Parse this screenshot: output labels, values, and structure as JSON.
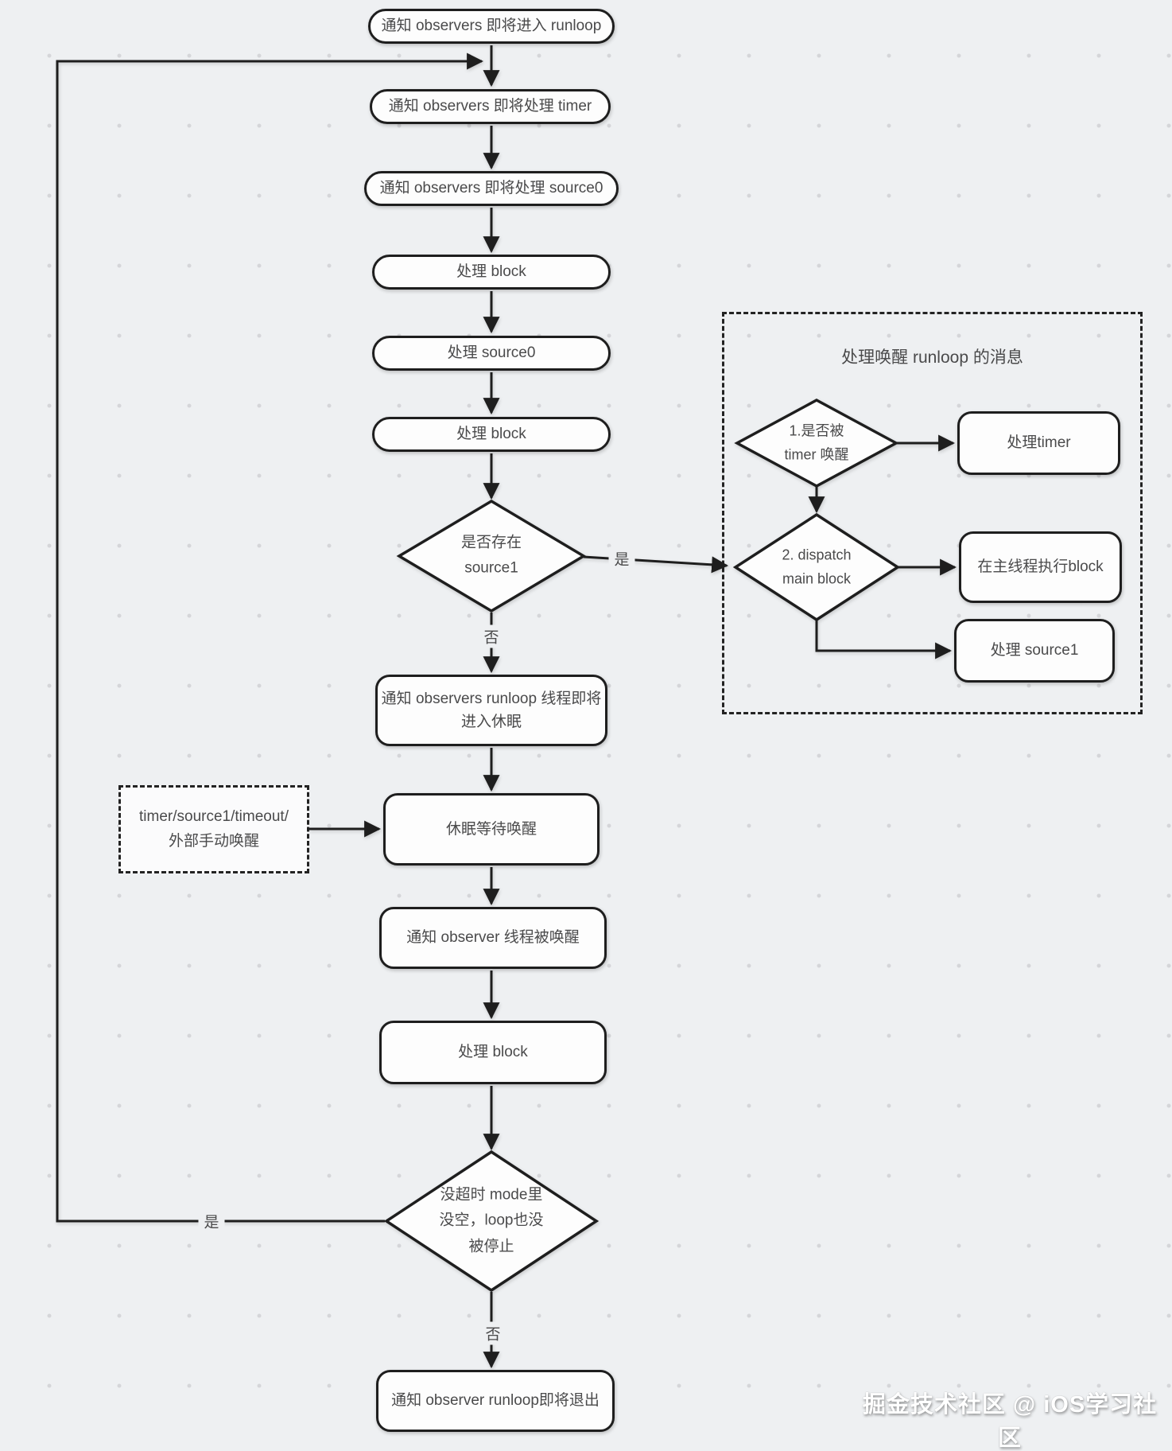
{
  "flow": {
    "notify_enter": "通知 observers 即将进入 runloop",
    "notify_timer": "通知 observers 即将处理 timer",
    "notify_source0": "通知 observers 即将处理 source0",
    "handle_block": "处理 block",
    "handle_source0": "处理 source0",
    "decision_source1": "是否存在\nsource1",
    "notify_sleep": "通知 observers runloop 线程即将\n进入休眠",
    "wait_wake": "休眠等待唤醒",
    "notify_woken": "通知 observer 线程被唤醒",
    "decision_continue": "没超时 mode里\n没空，loop也没\n被停止",
    "notify_exit": "通知 observer runloop即将退出"
  },
  "wake_group": {
    "title": "处理唤醒 runloop 的消息",
    "decision_timer": "1.是否被\ntimer 唤醒",
    "decision_dispatch": "2. dispatch\nmain block",
    "handle_timer": "处理timer",
    "handle_main_block": "在主线程执行block",
    "handle_source1": "处理 source1"
  },
  "wake_sources": "timer/source1/timeout/\n外部手动唤醒",
  "labels": {
    "yes": "是",
    "no": "否"
  },
  "watermark": "掘金技术社区 @ iOS学习社区"
}
